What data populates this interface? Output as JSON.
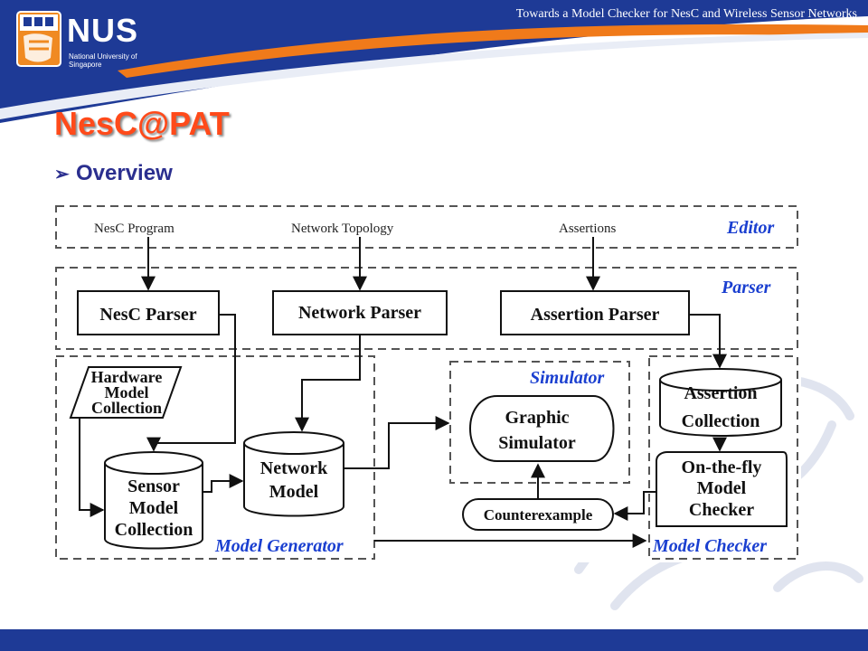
{
  "header": {
    "deck_title": "Towards a Model Checker for NesC and Wireless Sensor Networks",
    "logo": {
      "wordmark": "NUS",
      "subtitle": "National University of Singapore"
    }
  },
  "slide": {
    "title": "NesC@PAT",
    "bullet": "Overview"
  },
  "diagram": {
    "sections": {
      "editor": "Editor",
      "parser": "Parser",
      "model_generator": "Model Generator",
      "simulator": "Simulator",
      "model_checker": "Model Checker"
    },
    "inputs": {
      "nesc_program": "NesC Program",
      "network_topology": "Network Topology",
      "assertions": "Assertions"
    },
    "nodes": {
      "nesc_parser": "NesC Parser",
      "network_parser": "Network Parser",
      "assertion_parser": "Assertion Parser",
      "hardware_model_collection": [
        "Hardware",
        "Model",
        "Collection"
      ],
      "sensor_model_collection": [
        "Sensor",
        "Model",
        "Collection"
      ],
      "network_model": [
        "Network",
        "Model"
      ],
      "graphic_simulator": [
        "Graphic",
        "Simulator"
      ],
      "assertion_collection": [
        "Assertion",
        "Collection"
      ],
      "model_checker_node": [
        "On-the-fly",
        "Model",
        "Checker"
      ],
      "counterexample": "Counterexample"
    }
  },
  "colors": {
    "header_blue": "#1e3a96",
    "header_orange": "#f07a1a",
    "title_orange": "#ff4a1a",
    "bullet_navy": "#2b2f8f",
    "section_blue": "#1a3fd0"
  }
}
